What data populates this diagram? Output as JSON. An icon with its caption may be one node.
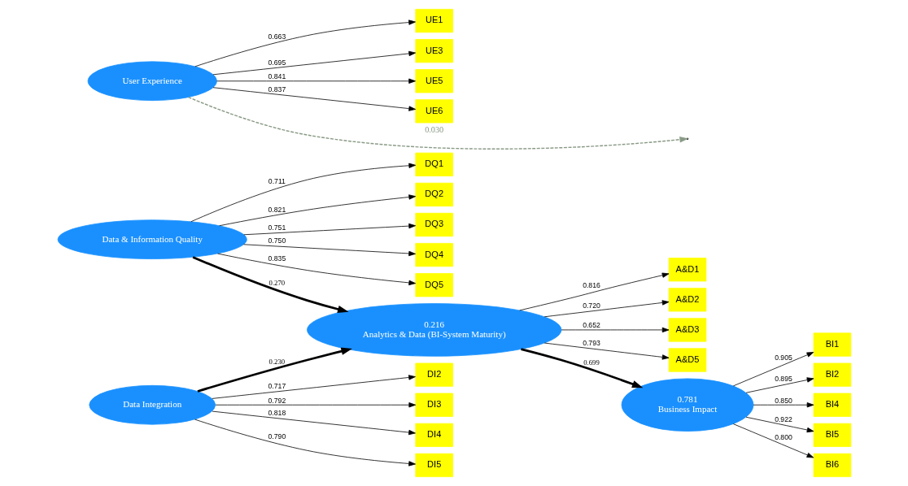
{
  "diagram": {
    "nodes": [
      {
        "text": [
          "DQ1"
        ]
      },
      {
        "text": [
          "DQ2"
        ]
      },
      {
        "text": [
          "DQ3"
        ]
      },
      {
        "text": [
          "DQ4"
        ]
      },
      {
        "text": [
          "DQ5"
        ]
      },
      {
        "text": [
          "Data & Information Quality"
        ]
      },
      {
        "text": [
          "A&D1"
        ]
      },
      {
        "text": [
          "A&D2"
        ]
      },
      {
        "text": [
          "A&D3"
        ]
      },
      {
        "text": [
          "A&D5"
        ]
      },
      {
        "text": [
          "0.216",
          "Analytics & Data (BI-System Maturity)"
        ]
      },
      {
        "text": [
          "0.781",
          "Business Impact"
        ]
      },
      {
        "text": [
          "BI1"
        ]
      },
      {
        "text": [
          "BI2"
        ]
      },
      {
        "text": [
          "BI4"
        ]
      },
      {
        "text": [
          "BI5"
        ]
      },
      {
        "text": [
          "BI6"
        ]
      },
      {
        "text": [
          "DI2"
        ]
      },
      {
        "text": [
          "DI3"
        ]
      },
      {
        "text": [
          "DI4"
        ]
      },
      {
        "text": [
          "DI5"
        ]
      },
      {
        "text": [
          "Data Integration"
        ]
      },
      {
        "text": [
          "User Experience"
        ]
      },
      {
        "text": [
          "UE1"
        ]
      },
      {
        "text": [
          "UE3"
        ]
      },
      {
        "text": [
          "UE5"
        ]
      },
      {
        "text": [
          "UE6"
        ]
      }
    ],
    "edges": [
      {
        "from": 5,
        "to": 0,
        "arrow": "to",
        "label": "0.711"
      },
      {
        "from": 5,
        "to": 1,
        "arrow": "to",
        "label": "0.821"
      },
      {
        "from": 5,
        "to": 2,
        "arrow": "to",
        "label": "0.751"
      },
      {
        "from": 5,
        "to": 3,
        "arrow": "to",
        "label": "0.750"
      },
      {
        "from": 5,
        "to": 4,
        "arrow": "to",
        "label": "0.835"
      },
      {
        "from": 10,
        "to": 6,
        "arrow": "to",
        "label": "0.816"
      },
      {
        "from": 10,
        "to": 7,
        "arrow": "to",
        "label": "0.720"
      },
      {
        "from": 10,
        "to": 8,
        "arrow": "to",
        "label": "0.652"
      },
      {
        "from": 10,
        "to": 9,
        "arrow": "to",
        "label": "0.793"
      },
      {
        "from": 11,
        "to": 12,
        "arrow": "to",
        "label": "0.905"
      },
      {
        "from": 11,
        "to": 13,
        "arrow": "to",
        "label": "0.895"
      },
      {
        "from": 11,
        "to": 14,
        "arrow": "to",
        "label": "0.850"
      },
      {
        "from": 11,
        "to": 15,
        "arrow": "to",
        "label": "0.922"
      },
      {
        "from": 11,
        "to": 16,
        "arrow": "to",
        "label": "0.800"
      },
      {
        "from": 21,
        "to": 17,
        "arrow": "to",
        "label": "0.717"
      },
      {
        "from": 21,
        "to": 18,
        "arrow": "to",
        "label": "0.792"
      },
      {
        "from": 21,
        "to": 19,
        "arrow": "to",
        "label": "0.818"
      },
      {
        "from": 21,
        "to": 20,
        "arrow": "to",
        "label": "0.790"
      },
      {
        "from": 22,
        "to": 23,
        "arrow": "to",
        "label": "0.663"
      },
      {
        "from": 22,
        "to": 24,
        "arrow": "to",
        "label": "0.695"
      },
      {
        "from": 22,
        "to": 25,
        "arrow": "to",
        "label": "0.841"
      },
      {
        "from": 22,
        "to": 26,
        "arrow": "to",
        "label": "0.837"
      },
      {
        "from": 5,
        "to": 10,
        "arrow": "to",
        "label": "0.270",
        "style": "thick"
      },
      {
        "from": 21,
        "to": 10,
        "arrow": "to",
        "label": "0.230",
        "style": "thick"
      },
      {
        "from": 10,
        "to": 11,
        "arrow": "to",
        "label": "0.699",
        "style": "thick"
      },
      {
        "from": 22,
        "to": null,
        "arrow": "to",
        "label": "0.030",
        "style": "dashed",
        "color": "#8a9a86"
      }
    ]
  }
}
